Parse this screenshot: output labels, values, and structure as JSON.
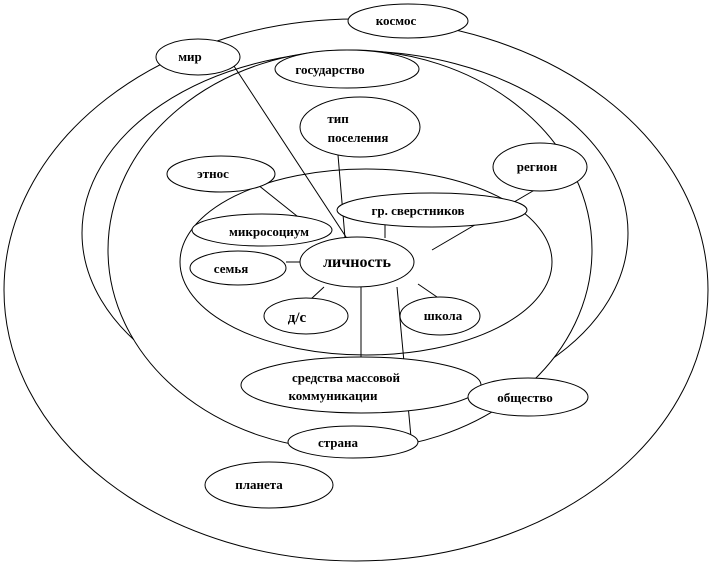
{
  "diagram": {
    "nodes": {
      "kosmos": "космос",
      "mir": "мир",
      "gosudarstvo": "государство",
      "tip_line1": "тип",
      "tip_line2": "поселения",
      "region": "регион",
      "etnos": "этнос",
      "sverstniki": "гр. сверстников",
      "mikrosocium": "микросоциум",
      "lichnost": "личность",
      "semya": "семья",
      "ds": "д/с",
      "shkola": "школа",
      "smk_line1": "средства массовой",
      "smk_line2": "коммуникации",
      "obshchestvo": "общество",
      "strana": "страна",
      "planeta": "планета"
    }
  }
}
